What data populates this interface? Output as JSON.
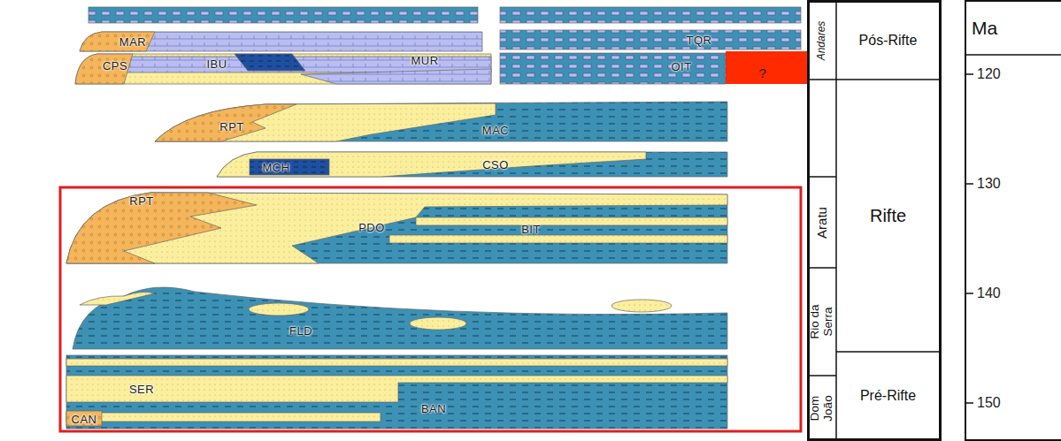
{
  "diagram": {
    "nodes": [
      {
        "text": [
          "Andares"
        ]
      },
      {
        "text": [
          "Pós-Rifte"
        ]
      },
      {
        "text": [
          "Aratu"
        ]
      },
      {
        "text": [
          "Rio da Serra"
        ]
      },
      {
        "text": [
          "Rifte"
        ]
      },
      {
        "text": [
          "Dom João"
        ]
      },
      {
        "text": [
          "Pré-Rifte"
        ]
      },
      {
        "text": [
          "Ma"
        ]
      }
    ],
    "labels": [
      "MAR",
      "CPS",
      "IBU",
      "MUR",
      "TQR",
      "OIT",
      "?",
      "RPT",
      "MAC",
      "MCH",
      "CSO",
      "RPT",
      "PDO",
      "BIT",
      "FLD",
      "SER",
      "CAN",
      "BAN",
      "120",
      "130",
      "140",
      "150"
    ]
  }
}
